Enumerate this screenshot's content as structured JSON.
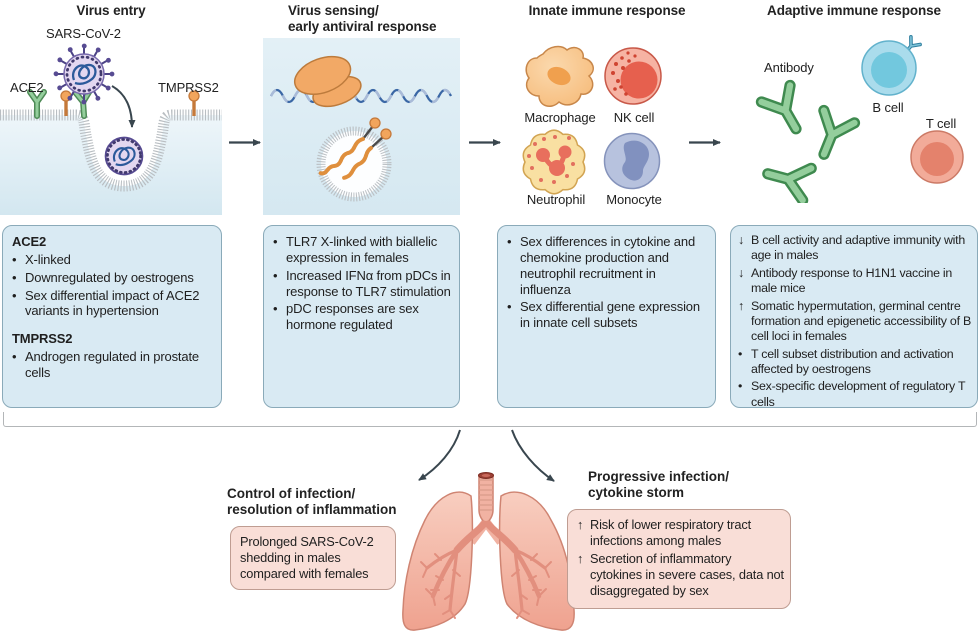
{
  "header": {
    "col1": "Virus entry",
    "col2": "Virus sensing/\nearly antiviral response",
    "col3": "Innate immune response",
    "col4": "Adaptive immune response"
  },
  "labels": {
    "virus": "SARS-CoV-2",
    "ace2": "ACE2",
    "tmprss2": "TMPRSS2",
    "macrophage": "Macrophage",
    "nk_cell": "NK cell",
    "neutrophil": "Neutrophil",
    "monocyte": "Monocyte",
    "antibody": "Antibody",
    "b_cell": "B cell",
    "t_cell": "T cell"
  },
  "boxes": {
    "virus_entry": {
      "items": [
        {
          "m": "",
          "t": "ACE2",
          "h": true
        },
        {
          "m": "•",
          "t": "X-linked"
        },
        {
          "m": "•",
          "t": "Downregulated by oestrogens"
        },
        {
          "m": "•",
          "t": "Sex differential impact of ACE2 variants in hypertension"
        },
        {
          "m": "",
          "t": "TMPRSS2",
          "h": true
        },
        {
          "m": "•",
          "t": "Androgen regulated in prostate cells"
        }
      ]
    },
    "virus_sensing": {
      "items": [
        {
          "m": "•",
          "t": "TLR7 X-linked with biallelic expression in females"
        },
        {
          "m": "•",
          "t": "Increased IFNα from pDCs in response to TLR7 stimulation"
        },
        {
          "m": "•",
          "t": "pDC responses are sex hormone regulated"
        }
      ]
    },
    "innate": {
      "items": [
        {
          "m": "•",
          "t": "Sex differences in cytokine and chemokine production and neutrophil recruitment in influenza"
        },
        {
          "m": "•",
          "t": "Sex differential gene expression in innate cell subsets"
        }
      ]
    },
    "adaptive": {
      "items": [
        {
          "m": "↓",
          "t": "B cell activity and adaptive immunity with age in males"
        },
        {
          "m": "↓",
          "t": "Antibody response to H1N1 vaccine in male mice"
        },
        {
          "m": "↑",
          "t": "Somatic hypermutation, germinal centre formation and epigenetic accessibility of B cell loci in females"
        },
        {
          "m": "•",
          "t": "T cell subset distribution and activation affected by oestrogens"
        },
        {
          "m": "•",
          "t": "Sex-specific development of regulatory T cells"
        }
      ]
    }
  },
  "outcomes": {
    "left": {
      "title": "Control of infection/\nresolution of inflammation",
      "text": "Prolonged SARS-CoV-2 shedding in males compared with females"
    },
    "right": {
      "title": "Progressive infection/\ncytokine storm",
      "items": [
        {
          "m": "↑",
          "t": "Risk of lower respiratory tract infections among males"
        },
        {
          "m": "↑",
          "t": "Secretion of inflammatory cytokines in severe cases, data not disaggregated by sex"
        }
      ]
    }
  },
  "colors": {
    "info_box_bg": "#d9eaf3",
    "info_box_border": "#8aaab9",
    "pink_box_bg": "#f9ded7",
    "pink_box_border": "#bf9d92",
    "panel_blue": "#dcecf4",
    "ace2_green": "#94ce9c",
    "tmprss2_orange": "#f2a55c",
    "virus_purple": "#e3d7f0",
    "antibody_green": "#94ce9c",
    "b_cell_cyan": "#aadcec",
    "t_cell_salmon": "#f2ab99",
    "lung_pink": "#f3b7a7",
    "arrow_dark": "#39464e"
  }
}
